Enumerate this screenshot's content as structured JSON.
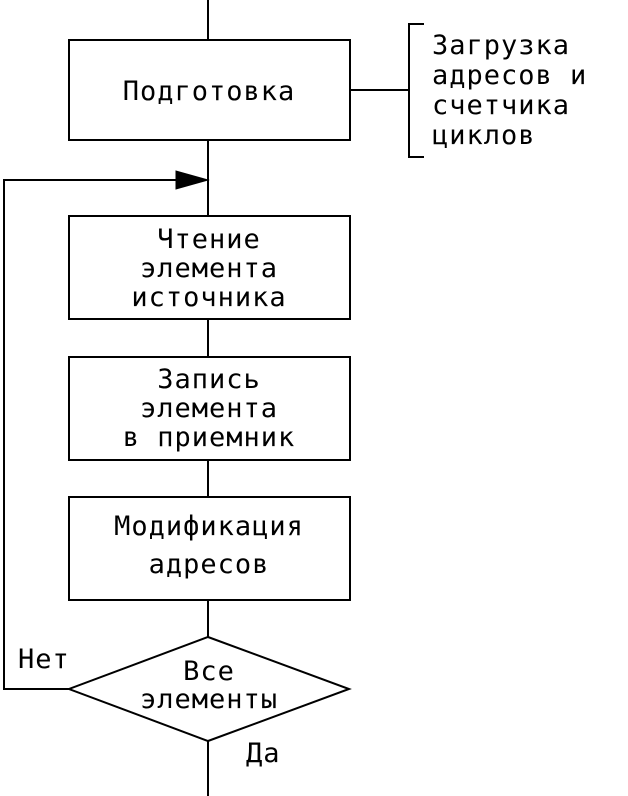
{
  "blocks": {
    "prepare": {
      "lines": [
        "Подготовка"
      ]
    },
    "read": {
      "lines": [
        "Чтение",
        "элемента",
        "источника"
      ]
    },
    "write": {
      "lines": [
        "Запись",
        "элемента",
        "в приемник"
      ]
    },
    "modify": {
      "lines": [
        "Модификация",
        "адресов"
      ]
    }
  },
  "decision": {
    "lines": [
      "Все",
      "элементы"
    ]
  },
  "annotation": {
    "lines": [
      "Загрузка",
      "адресов и",
      "счетчика",
      "циклов"
    ]
  },
  "branches": {
    "no": "Нет",
    "yes": "Да"
  }
}
